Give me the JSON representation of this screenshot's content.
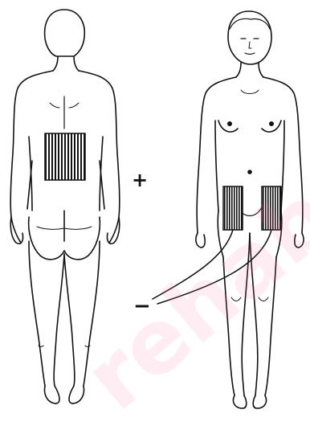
{
  "labels": {
    "positive": "+",
    "negative": "−"
  },
  "watermark": {
    "text": "rehab.ru",
    "color": "#ff69a0"
  },
  "figures": [
    {
      "view": "back",
      "electrode": "lumbar-pad",
      "polarity": "positive"
    },
    {
      "view": "front",
      "electrode": "paired-groin-pads",
      "polarity": "negative"
    }
  ],
  "colors": {
    "line": "#111111",
    "background": "#ffffff"
  }
}
